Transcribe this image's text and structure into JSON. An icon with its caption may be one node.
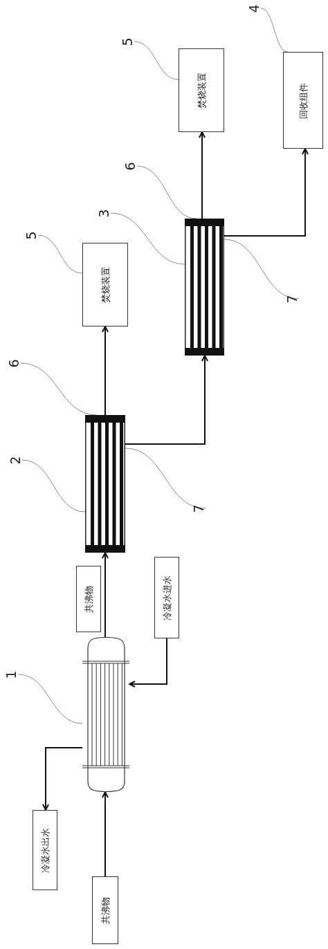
{
  "diagram": {
    "nodes": [
      {
        "text": [
          "共沸物"
        ]
      },
      {
        "text": [],
        "shape": "cylinder"
      },
      {
        "text": [
          "冷凝水出水"
        ]
      },
      {
        "text": [
          "冷凝水进水"
        ]
      },
      {
        "text": [
          "共沸物"
        ]
      },
      {
        "text": [],
        "shape": "box"
      },
      {
        "text": [
          "焚烧装置"
        ]
      },
      {
        "text": [],
        "shape": "box"
      },
      {
        "text": [
          "焚烧装置"
        ]
      },
      {
        "text": [
          "回收组件"
        ]
      },
      {
        "text": [
          "1"
        ]
      },
      {
        "text": [
          "2"
        ]
      },
      {
        "text": [
          "6"
        ]
      },
      {
        "text": [
          "7"
        ]
      },
      {
        "text": [
          "5"
        ]
      },
      {
        "text": [
          "3"
        ]
      },
      {
        "text": [
          "6"
        ]
      },
      {
        "text": [
          "7"
        ]
      },
      {
        "text": [
          "5"
        ]
      },
      {
        "text": [
          "4"
        ]
      }
    ],
    "edges": [
      {
        "from": 0,
        "to": 1,
        "arrow": "to",
        "color": "#111111"
      },
      {
        "from": 1,
        "to": 2,
        "arrow": "to",
        "color": "#111111"
      },
      {
        "from": 3,
        "to": 1,
        "arrow": "to",
        "color": "#111111"
      },
      {
        "from": 1,
        "to": 5,
        "arrow": "to",
        "color": "#111111"
      },
      {
        "from": 5,
        "to": 6,
        "arrow": "to",
        "color": "#111111"
      },
      {
        "from": 5,
        "to": 7,
        "arrow": "to",
        "color": "#111111"
      },
      {
        "from": 7,
        "to": 8,
        "arrow": "to",
        "color": "#111111"
      },
      {
        "from": 7,
        "to": 9,
        "arrow": "to",
        "color": "#111111"
      },
      {
        "from": 10,
        "to": 1,
        "arrow": "none"
      },
      {
        "from": 11,
        "to": 5,
        "arrow": "none"
      },
      {
        "from": 12,
        "to": 5,
        "arrow": "none"
      },
      {
        "from": 13,
        "to": 5,
        "arrow": "none"
      },
      {
        "from": 14,
        "to": 6,
        "arrow": "none"
      },
      {
        "from": 15,
        "to": 7,
        "arrow": "none"
      },
      {
        "from": 16,
        "to": 7,
        "arrow": "none"
      },
      {
        "from": 17,
        "to": 7,
        "arrow": "none"
      },
      {
        "from": 18,
        "to": 8,
        "arrow": "none"
      },
      {
        "from": 19,
        "to": 9,
        "arrow": "none"
      }
    ]
  }
}
